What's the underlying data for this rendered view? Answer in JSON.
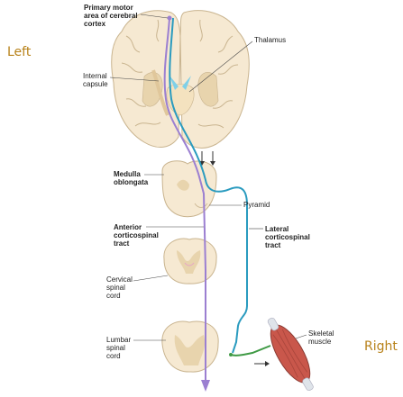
{
  "sides": {
    "left": "Left",
    "right": "Right"
  },
  "labels": {
    "primary_motor": "Primary motor\narea of cerebral\ncortex",
    "internal_capsule": "Internal\ncapsule",
    "thalamus": "Thalamus",
    "medulla": "Medulla\noblongata",
    "pyramid": "Pyramid",
    "anterior_tract": "Anterior\ncorticospinal\ntract",
    "lateral_tract": "Lateral\ncorticospinal\ntract",
    "cervical_cord": "Cervical\nspinal\ncord",
    "lumbar_cord": "Lumbar\nspinal\ncord",
    "skeletal_muscle": "Skeletal\nmuscle"
  },
  "colors": {
    "tissue": "#f6e9d2",
    "tissue_edge": "#c9b48f",
    "gray_matter": "#e8d4ad",
    "anterior_tract": "#9b7fd1",
    "lateral_tract": "#2a9bbf",
    "motor_neuron": "#3f9a45",
    "muscle": "#c9574b",
    "thalamus_blue": "#7fd0e8",
    "side_label": "#b8821a"
  }
}
